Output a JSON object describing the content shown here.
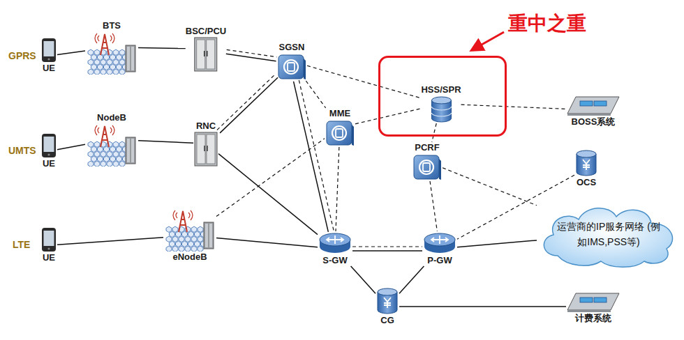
{
  "diagram": {
    "nodes": [
      {
        "text": [
          "UE"
        ]
      },
      {
        "text": [
          "BTS"
        ]
      },
      {
        "text": [
          "BSC/PCU"
        ]
      },
      {
        "text": [
          "SGSN"
        ]
      },
      {
        "text": [
          "重中之重"
        ]
      },
      {
        "text": [
          "HSS/SPR"
        ],
        "in": 4
      },
      {
        "text": [
          "BOSS系统"
        ]
      },
      {
        "text": [
          "UE"
        ]
      },
      {
        "text": [
          "NodeB"
        ]
      },
      {
        "text": [
          "RNC"
        ]
      },
      {
        "text": [
          "MME"
        ]
      },
      {
        "text": [
          "PCRF"
        ]
      },
      {
        "text": [
          "OCS"
        ]
      },
      {
        "text": [
          "UE"
        ]
      },
      {
        "text": [
          "eNodeB"
        ]
      },
      {
        "text": [
          "S-GW"
        ]
      },
      {
        "text": [
          "P-GW"
        ]
      },
      {
        "text": [
          "运营商的IP服务网络 (例如IMS,PSS等)"
        ]
      },
      {
        "text": [
          "CG"
        ]
      },
      {
        "text": [
          "计费系统"
        ]
      }
    ],
    "edges": [
      {
        "from": 0,
        "to": 1,
        "arrow": "none"
      },
      {
        "from": 1,
        "to": 2,
        "arrow": "none"
      },
      {
        "from": 2,
        "to": 3,
        "arrow": "none"
      },
      {
        "from": 2,
        "to": 3,
        "arrow": "none"
      },
      {
        "from": 7,
        "to": 8,
        "arrow": "none"
      },
      {
        "from": 8,
        "to": 9,
        "arrow": "none"
      },
      {
        "from": 9,
        "to": 3,
        "arrow": "none"
      },
      {
        "from": 9,
        "to": 3,
        "arrow": "none"
      },
      {
        "from": 9,
        "to": 15,
        "arrow": "none"
      },
      {
        "from": 13,
        "to": 14,
        "arrow": "none"
      },
      {
        "from": 14,
        "to": 15,
        "arrow": "none"
      },
      {
        "from": 14,
        "to": 10,
        "arrow": "none"
      },
      {
        "from": 3,
        "to": 10,
        "arrow": "none"
      },
      {
        "from": 3,
        "to": 5,
        "arrow": "none"
      },
      {
        "from": 3,
        "to": 15,
        "arrow": "none"
      },
      {
        "from": 3,
        "to": 15,
        "arrow": "none"
      },
      {
        "from": 10,
        "to": 5,
        "arrow": "none"
      },
      {
        "from": 10,
        "to": 15,
        "arrow": "none"
      },
      {
        "from": 5,
        "to": 6,
        "arrow": "none"
      },
      {
        "from": 5,
        "to": 11,
        "arrow": "none"
      },
      {
        "from": 11,
        "to": 16,
        "arrow": "none"
      },
      {
        "from": 11,
        "to": 17,
        "arrow": "none"
      },
      {
        "from": 12,
        "to": 16,
        "arrow": "none"
      },
      {
        "from": 15,
        "to": 16,
        "arrow": "none"
      },
      {
        "from": 15,
        "to": 16,
        "arrow": "none"
      },
      {
        "from": 16,
        "to": 17,
        "arrow": "none"
      },
      {
        "from": 15,
        "to": 18,
        "arrow": "none"
      },
      {
        "from": 16,
        "to": 18,
        "arrow": "none"
      },
      {
        "from": 18,
        "to": 19,
        "arrow": "none"
      }
    ],
    "labels": [
      "GPRS",
      "UMTS",
      "LTE"
    ]
  }
}
